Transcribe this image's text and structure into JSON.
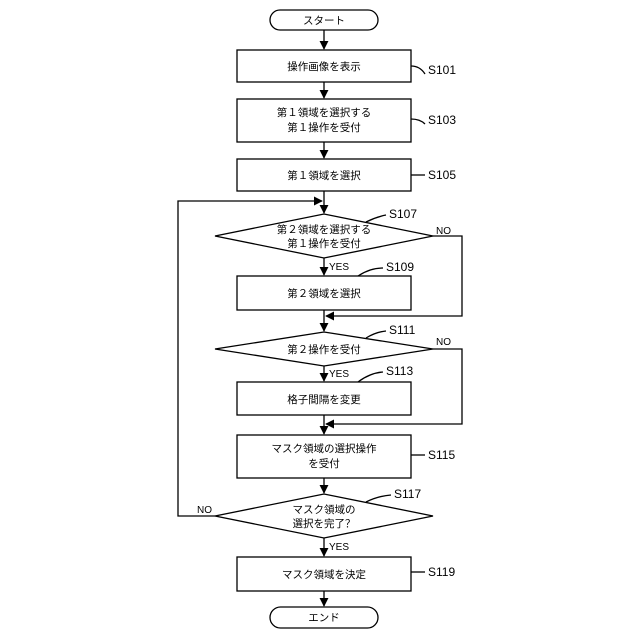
{
  "start": "スタート",
  "end": "エンド",
  "steps": {
    "s101": {
      "id": "S101",
      "lines": [
        "操作画像を表示"
      ]
    },
    "s103": {
      "id": "S103",
      "lines": [
        "第１領域を選択する",
        "第１操作を受付"
      ]
    },
    "s105": {
      "id": "S105",
      "lines": [
        "第１領域を選択"
      ]
    },
    "s107": {
      "id": "S107",
      "lines": [
        "第２領域を選択する",
        "第１操作を受付"
      ]
    },
    "s109": {
      "id": "S109",
      "lines": [
        "第２領域を選択"
      ]
    },
    "s111": {
      "id": "S111",
      "lines": [
        "第２操作を受付"
      ]
    },
    "s113": {
      "id": "S113",
      "lines": [
        "格子間隔を変更"
      ]
    },
    "s115": {
      "id": "S115",
      "lines": [
        "マスク領域の選択操作",
        "を受付"
      ]
    },
    "s117": {
      "id": "S117",
      "lines": [
        "マスク領域の",
        "選択を完了？"
      ]
    },
    "s119": {
      "id": "S119",
      "lines": [
        "マスク領域を決定"
      ]
    }
  },
  "branch": {
    "yes": "YES",
    "no": "NO"
  }
}
